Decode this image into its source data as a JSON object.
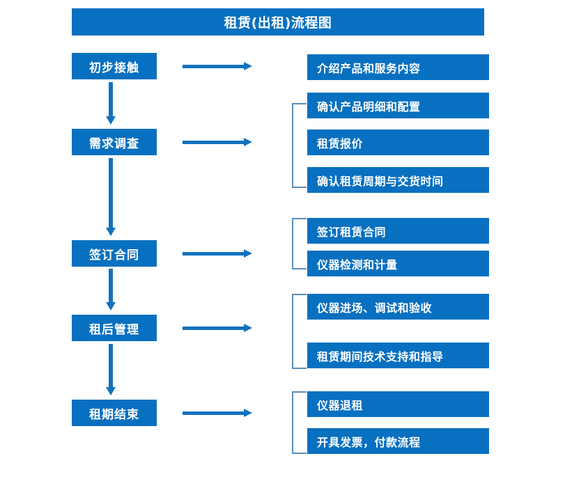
{
  "diagram": {
    "title": "租赁(出租)流程图",
    "colors": {
      "box_blue": "#0870c0",
      "arrow_blue": "#1272bd",
      "bracket_blue": "#5b8db8",
      "text_white": "#ffffff",
      "background": "#ffffff"
    },
    "stages": [
      {
        "label": "初步接触"
      },
      {
        "label": "需求调查"
      },
      {
        "label": "签订合同"
      },
      {
        "label": "租后管理"
      },
      {
        "label": "租期结束"
      }
    ],
    "details": [
      {
        "label": "介绍产品和服务内容"
      },
      {
        "label": "确认产品明细和配置"
      },
      {
        "label": "租赁报价"
      },
      {
        "label": "确认租赁周期与交货时间"
      },
      {
        "label": "签订租赁合同"
      },
      {
        "label": "仪器检测和计量"
      },
      {
        "label": "仪器进场、调试和验收"
      },
      {
        "label": "租赁期间技术支持和指导"
      },
      {
        "label": "仪器退租"
      },
      {
        "label": "开具发票，付款流程"
      }
    ],
    "flow_arrows": {
      "horizontal_count": 5,
      "vertical_count": 4,
      "direction_horizontal": "right",
      "direction_vertical": "down"
    },
    "brackets": [
      {
        "groups": "确认产品明细和配置 / 租赁报价 / 确认租赁周期与交货时间"
      },
      {
        "groups": "签订租赁合同 / 仪器检测和计量"
      },
      {
        "groups": "仪器进场、调试和验收 / 租赁期间技术支持和指导"
      },
      {
        "groups": "仪器退租 / 开具发票，付款流程"
      }
    ]
  }
}
